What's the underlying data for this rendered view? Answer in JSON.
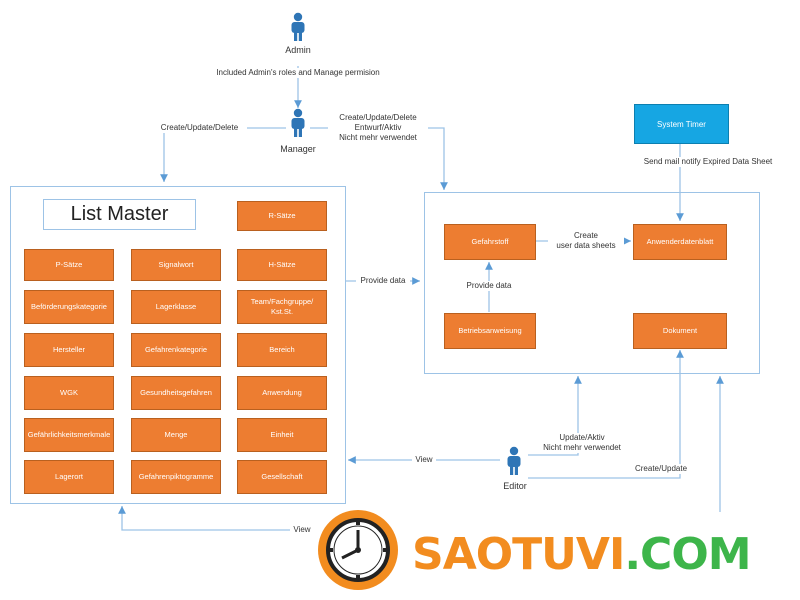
{
  "actors": {
    "admin": "Admin",
    "manager": "Manager",
    "editor": "Editor"
  },
  "edge_labels": {
    "admin_manager": "Included Admin's roles and Manage permision",
    "manager_list": "Create/Update/Delete",
    "manager_right": "Create/Update/Delete\nEntwurf/Aktiv\nNicht mehr verwendet",
    "timer": "Send mail notify Expired Data Sheet",
    "provide_data": "Provide data",
    "create_sheets": "Create\nuser data sheets",
    "provide_data_inner": "Provide data",
    "editor_update": "Update/Aktiv\nNicht mehr verwendet",
    "editor_view": "View",
    "editor_create": "Create/Update",
    "bottom_view": "View"
  },
  "list_master": {
    "title": "List Master",
    "items": [
      "R-Sätze",
      "P-Sätze",
      "Signalwort",
      "H-Sätze",
      "Beförderungskategorie",
      "Lagerklasse",
      "Team/Fachgruppe/\nKst.St.",
      "Hersteller",
      "Gefahrenkategorie",
      "Bereich",
      "WGK",
      "Gesundheitsgefahren",
      "Anwendung",
      "Gefährlichkeitsmerkmale",
      "Menge",
      "Einheit",
      "Lagerort",
      "Gefahrenpiktogramme",
      "Gesellschaft"
    ]
  },
  "right_panel": {
    "gefahrstoff": "Gefahrstoff",
    "anwenderdatenblatt": "Anwenderdatenblatt",
    "betriebsanweisung": "Betriebsanweisung",
    "dokument": "Dokument"
  },
  "system_timer": "System Timer",
  "watermark": {
    "part1": "SAOTUVI",
    "part2": ".COM"
  },
  "colors": {
    "node": "#ed7d31",
    "frame": "#9dc3e6",
    "timer": "#16a6e3",
    "arrow": "#5b9bd5",
    "brand_orange": "#f28c1f",
    "brand_green": "#3db54a"
  }
}
